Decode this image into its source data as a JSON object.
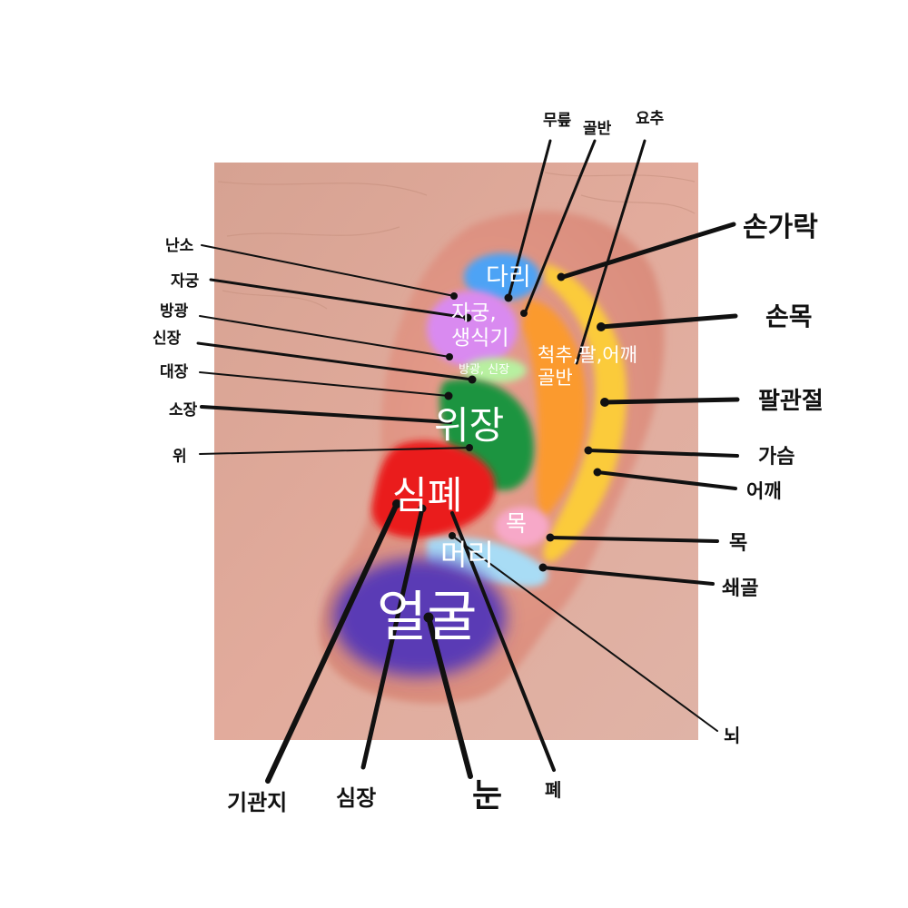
{
  "zones": {
    "leg": "다리",
    "uterus": "자궁,\n생식기",
    "bladder_kidney": "방광, 신장",
    "spine": "척추,팔,어깨\n골반",
    "stomach": "위장",
    "heart_lung": "심폐",
    "neck": "목",
    "head": "머리",
    "face": "얼굴"
  },
  "labels": {
    "knee": "무릎",
    "pelvis": "골반",
    "lumbar": "요추",
    "fingers": "손가락",
    "wrist": "손목",
    "elbow": "팔관절",
    "chest": "가슴",
    "shoulder": "어깨",
    "neck": "목",
    "collarbone": "쇄골",
    "brain": "뇌",
    "lung": "폐",
    "eye": "눈",
    "heart": "심장",
    "bronchus": "기관지",
    "ovary": "난소",
    "uterus": "자궁",
    "bladder": "방광",
    "kidney": "신장",
    "large_intestine": "대장",
    "small_intestine": "소장",
    "stomach": "위"
  },
  "colors": {
    "leg": "#4da3f5",
    "uterus": "#d98af0",
    "bladder_kidney": "#b8f0a0",
    "spine": "#fb9a2e",
    "helix": "#fbcb3a",
    "stomach": "#1a9440",
    "heart_lung": "#ea1a1a",
    "neck": "#f7a8c8",
    "head": "#a8dcf5",
    "face": "#5a3bb5",
    "skin": "#e0a494"
  }
}
